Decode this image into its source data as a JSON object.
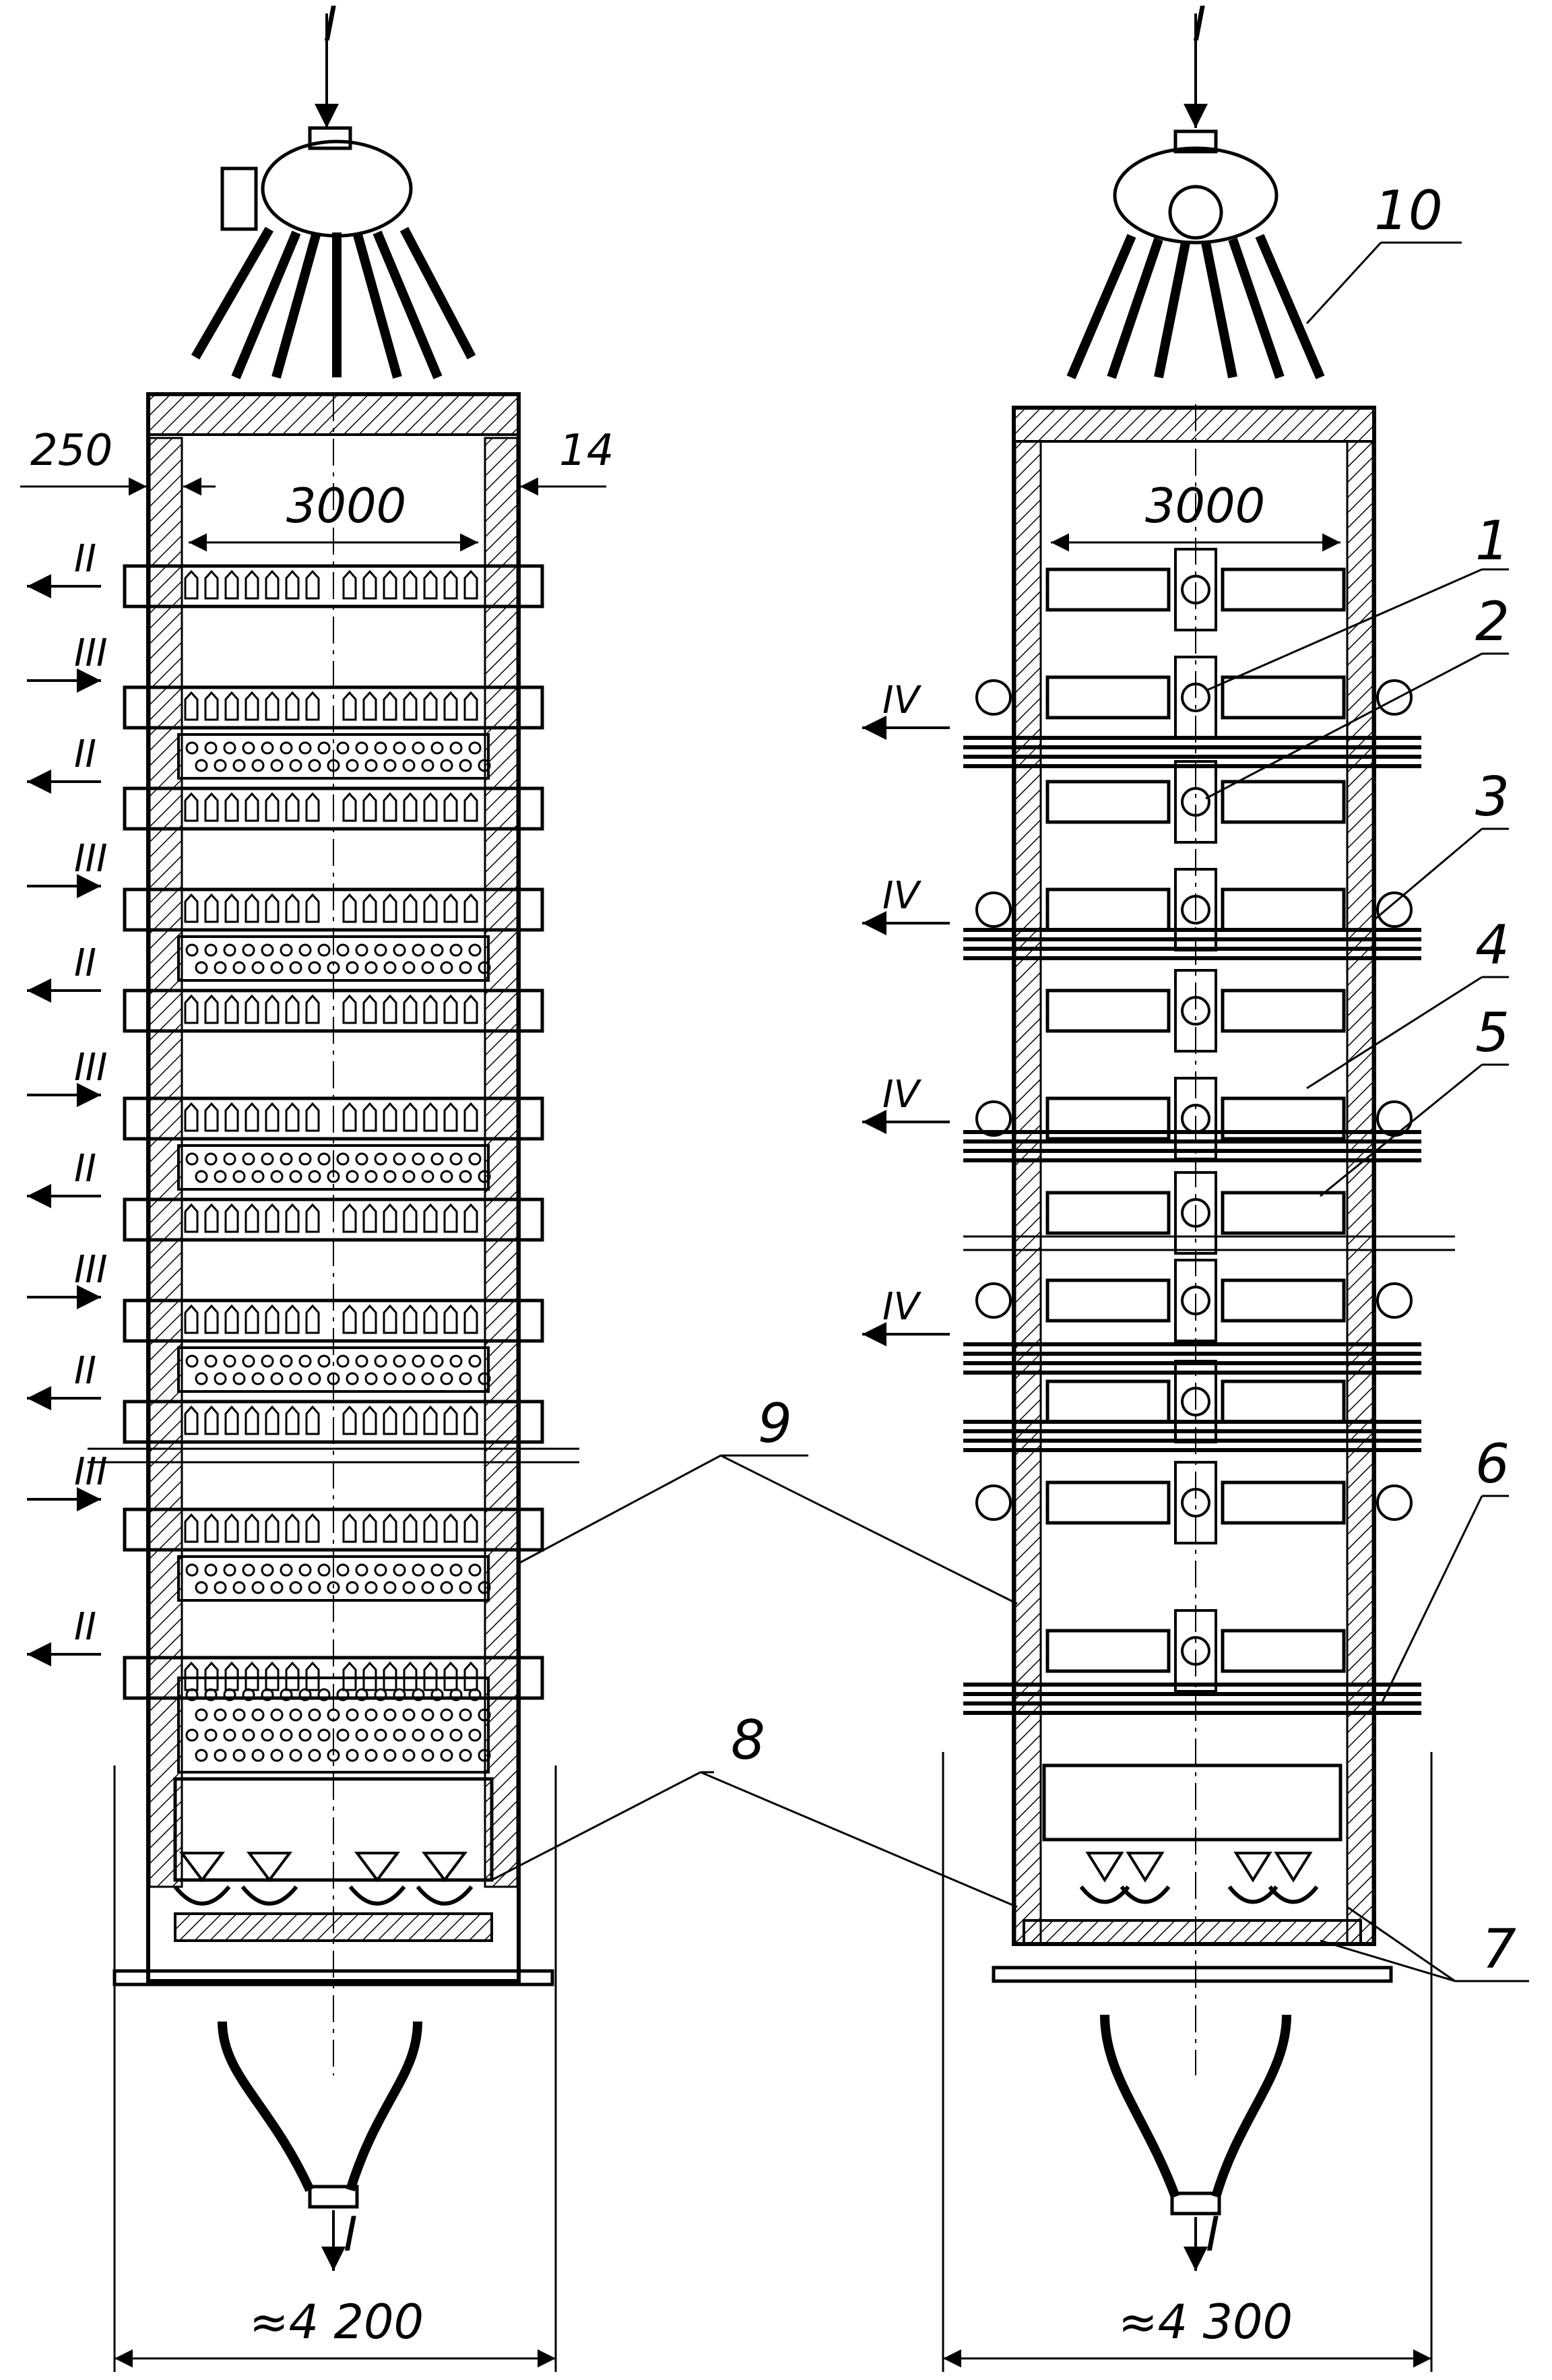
{
  "left_view": {
    "top_flow": "I",
    "bottom_flow": "I",
    "dim_wall_offset": "250",
    "dim_wall_thickness": "14",
    "dim_inner_width": "3000",
    "dim_overall_width": "≈4 200",
    "side_flows": [
      "II",
      "III",
      "II",
      "III",
      "II",
      "III",
      "II",
      "III",
      "II",
      "III",
      "II"
    ]
  },
  "right_view": {
    "top_flow": "I",
    "bottom_flow": "I",
    "dim_inner_width": "3000",
    "dim_overall_width": "≈4 300",
    "side_flows": [
      "IV",
      "IV",
      "IV",
      "IV"
    ]
  },
  "callouts": [
    "1",
    "2",
    "3",
    "4",
    "5",
    "6",
    "7",
    "8",
    "9",
    "10"
  ]
}
